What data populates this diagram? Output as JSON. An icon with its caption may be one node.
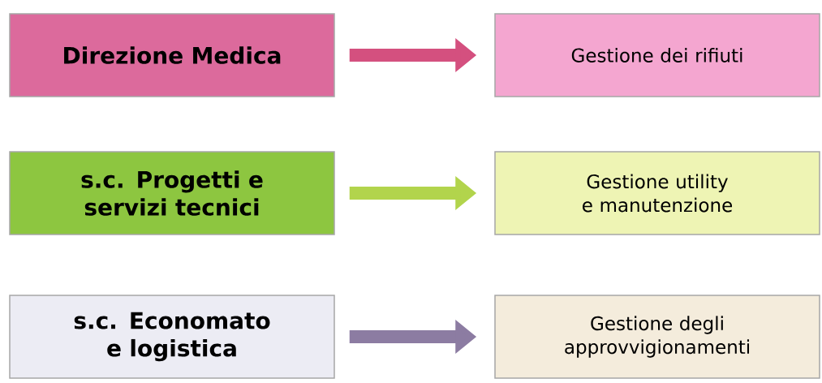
{
  "diagram": {
    "nodes": [
      {
        "text": [
          "Direzione Medica"
        ]
      },
      {
        "text": [
          "Gestione dei rifiuti"
        ]
      },
      {
        "text": [
          "s.c. Progetti e servizi tecnici"
        ]
      },
      {
        "text": [
          "Gestione utility e manutenzione"
        ]
      },
      {
        "text": [
          "s.c. Economato e logistica"
        ]
      },
      {
        "text": [
          "Gestione degli approvvigionamenti"
        ]
      }
    ],
    "edges": [
      {
        "from": 0,
        "to": 1,
        "arrow": "to",
        "color": "#d4507f"
      },
      {
        "from": 2,
        "to": 3,
        "arrow": "to",
        "color": "#b2d44c"
      },
      {
        "from": 4,
        "to": 5,
        "arrow": "to",
        "color": "#8c7ca2"
      }
    ]
  }
}
